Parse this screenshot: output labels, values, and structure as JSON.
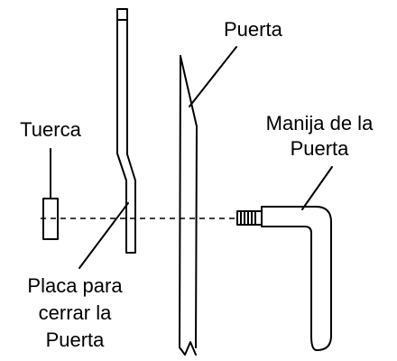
{
  "labels": {
    "door": "Puerta",
    "handle_line1": "Manija de la",
    "handle_line2": "Puerta",
    "nut": "Tuerca",
    "plate_line1": "Placa para",
    "plate_line2": "cerrar la",
    "plate_line3": "Puerta"
  }
}
